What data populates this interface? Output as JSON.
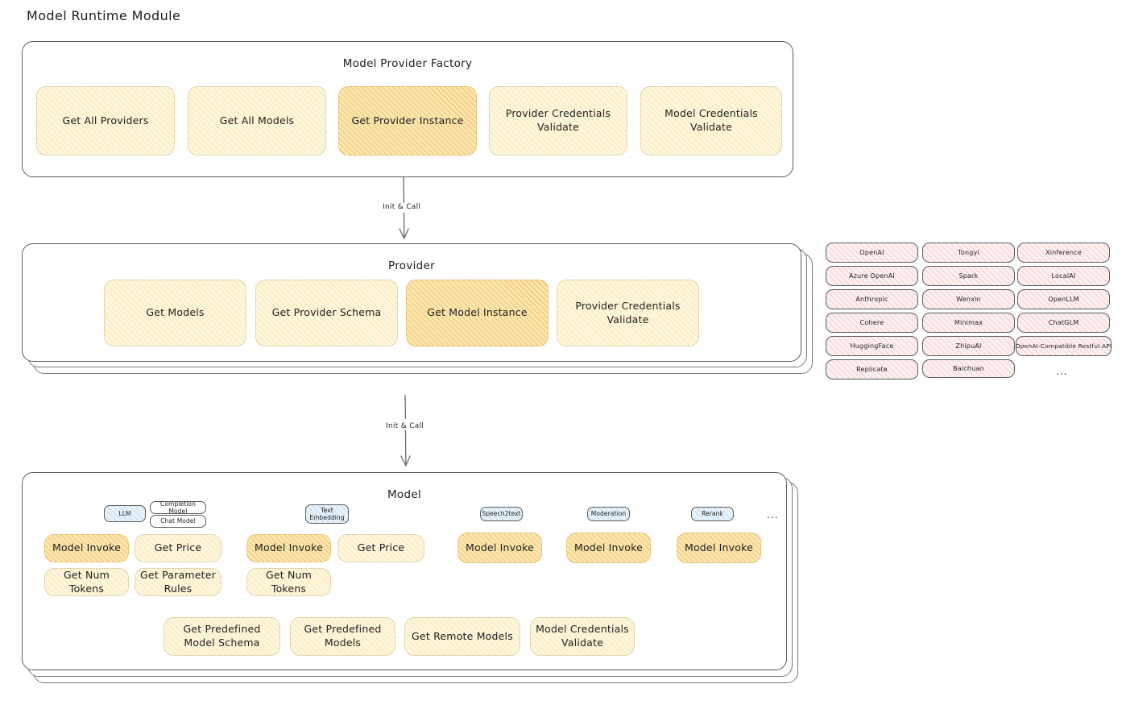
{
  "page": {
    "title": "Model Runtime Module"
  },
  "factory": {
    "title": "Model Provider Factory",
    "chips": [
      {
        "label": "Get All Providers",
        "highlight": false
      },
      {
        "label": "Get All Models",
        "highlight": false
      },
      {
        "label": "Get Provider Instance",
        "highlight": true
      },
      {
        "label": "Provider Credentials Validate",
        "highlight": false
      },
      {
        "label": "Model Credentials Validate",
        "highlight": false
      }
    ]
  },
  "arrows": [
    {
      "label": "Init & Call"
    },
    {
      "label": "Init & Call"
    }
  ],
  "provider": {
    "title": "Provider",
    "chips": [
      {
        "label": "Get Models",
        "highlight": false
      },
      {
        "label": "Get Provider Schema",
        "highlight": false
      },
      {
        "label": "Get Model Instance",
        "highlight": true
      },
      {
        "label": "Provider Credentials Validate",
        "highlight": false
      }
    ]
  },
  "provider_list": {
    "columns": [
      [
        "OpenAI",
        "Azure OpenAI",
        "Anthropic",
        "Cohere",
        "HuggingFace",
        "Replicate"
      ],
      [
        "Tongyi",
        "Spark",
        "Wenxin",
        "Minimax",
        "ZhipuAI",
        "Baichuan"
      ],
      [
        "Xinference",
        "LocalAI",
        "OpenLLM",
        "ChatGLM",
        "OpenAI-Compatible Restful API"
      ]
    ],
    "ellipsis": "..."
  },
  "model": {
    "title": "Model",
    "ellipsis": "...",
    "types": [
      {
        "badge": "LLM",
        "badge_style": "blue",
        "sub_badges": [
          "Completion Model",
          "Chat Model"
        ],
        "chips": [
          {
            "label": "Model Invoke",
            "highlight": true
          },
          {
            "label": "Get Price",
            "highlight": false
          },
          {
            "label": "Get Num Tokens",
            "highlight": false
          },
          {
            "label": "Get Parameter Rules",
            "highlight": false
          }
        ]
      },
      {
        "badge": "Text\nEmbedding",
        "badge_style": "blue",
        "sub_badges": [],
        "chips": [
          {
            "label": "Model Invoke",
            "highlight": true
          },
          {
            "label": "Get Price",
            "highlight": false
          },
          {
            "label": "Get Num Tokens",
            "highlight": false
          }
        ]
      },
      {
        "badge": "Speech2text",
        "badge_style": "blue",
        "sub_badges": [],
        "chips": [
          {
            "label": "Model Invoke",
            "highlight": true
          }
        ]
      },
      {
        "badge": "Moderation",
        "badge_style": "blue",
        "sub_badges": [],
        "chips": [
          {
            "label": "Model Invoke",
            "highlight": true
          }
        ]
      },
      {
        "badge": "Rerank",
        "badge_style": "blue",
        "sub_badges": [],
        "chips": [
          {
            "label": "Model Invoke",
            "highlight": true
          }
        ]
      }
    ],
    "common_chips": [
      {
        "label": "Get Predefined Model Schema"
      },
      {
        "label": "Get Predefined Models"
      },
      {
        "label": "Get Remote Models"
      },
      {
        "label": "Model Credentials Validate"
      }
    ]
  },
  "colors": {
    "chip_light_fill": "#fdf6dd",
    "chip_strong_fill": "#fbe6b4",
    "pill_fill": "#fdf0f0",
    "badge_blue_fill": "#e7f2fb",
    "stroke": "#5c5c5c",
    "text": "#1e1e1e"
  }
}
